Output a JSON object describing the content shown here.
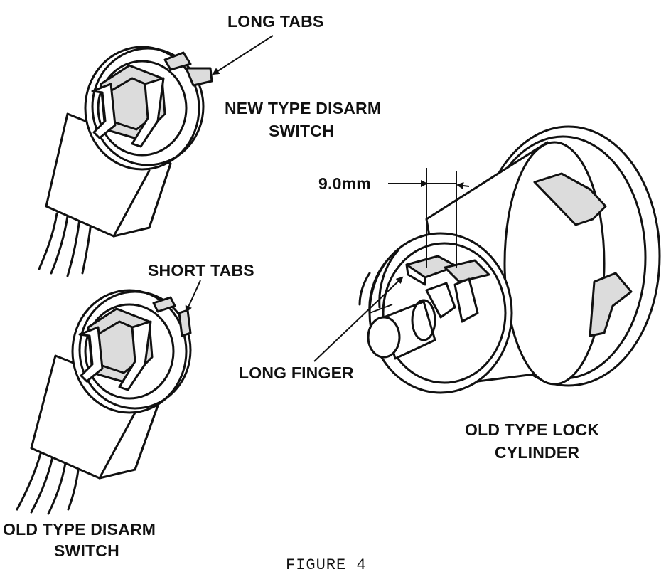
{
  "labels": {
    "long_tabs": "LONG TABS",
    "new_switch_line1": "NEW TYPE DISARM",
    "new_switch_line2": "SWITCH",
    "short_tabs": "SHORT TABS",
    "old_switch_line1": "OLD TYPE DISARM",
    "old_switch_line2": "SWITCH",
    "dimension": "9.0mm",
    "long_finger": "LONG FINGER",
    "lock_line1": "OLD TYPE LOCK",
    "lock_line2": "CYLINDER",
    "caption": "FIGURE 4"
  },
  "colors": {
    "ink": "#111111",
    "paper": "#ffffff"
  }
}
